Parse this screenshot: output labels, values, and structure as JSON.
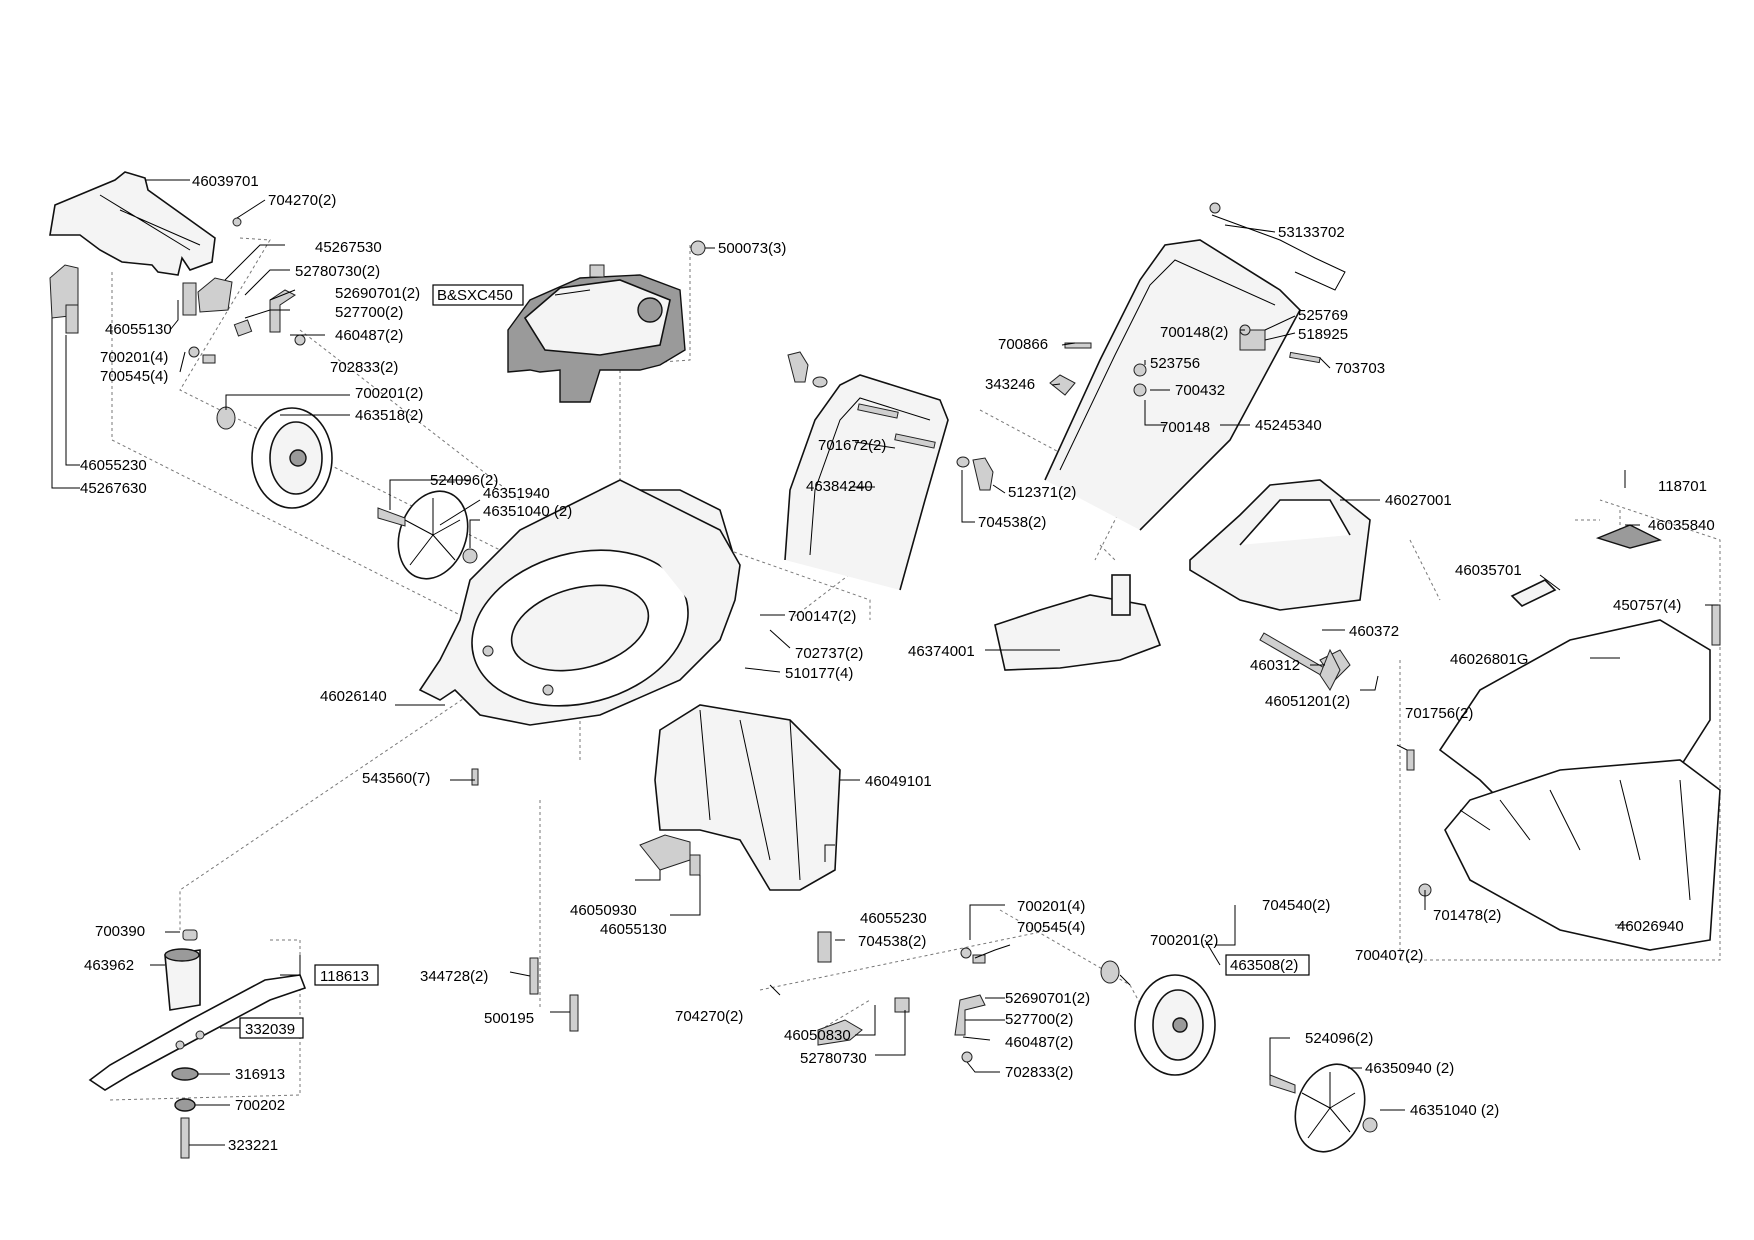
{
  "parts": [
    "46039701",
    "704270(2)",
    "45267530",
    "52780730(2)",
    "52690701(2)",
    "527700(2)",
    "460487(2)",
    "46055130",
    "702833(2)",
    "700201(4)",
    "700545(4)",
    "700201(2)",
    "463518(2)",
    "46055230",
    "45267630",
    "524096(2)",
    "46351940",
    "46351040 (2)",
    "B&SXC450",
    "500073(3)",
    "46026140",
    "543560(7)",
    "700147(2)",
    "702737(2)",
    "510177(4)",
    "46049101",
    "46050930",
    "46055130",
    "46055230",
    "704538(2)",
    "700201(4)",
    "700545(4)",
    "704270(2)",
    "46050830",
    "52780730",
    "52690701(2)",
    "527700(2)",
    "460487(2)",
    "702833(2)",
    "344728(2)",
    "500195",
    "700390",
    "463962",
    "118613",
    "332039",
    "316913",
    "700202",
    "323221",
    "701672(2)",
    "46384240",
    "512371(2)",
    "704538(2)",
    "700866",
    "343246",
    "53133702",
    "525769",
    "700148(2)",
    "518925",
    "523756",
    "700432",
    "703703",
    "700148",
    "45245340",
    "46027001",
    "46374001",
    "460372",
    "460312",
    "46051201(2)",
    "118701",
    "46035840",
    "46035701",
    "450757(4)",
    "46026801G",
    "701756(2)",
    "701478(2)",
    "46026940",
    "700407(2)",
    "704540(2)",
    "700201(2)",
    "463508(2)",
    "524096(2)",
    "46350940 (2)",
    "46351040 (2)"
  ]
}
